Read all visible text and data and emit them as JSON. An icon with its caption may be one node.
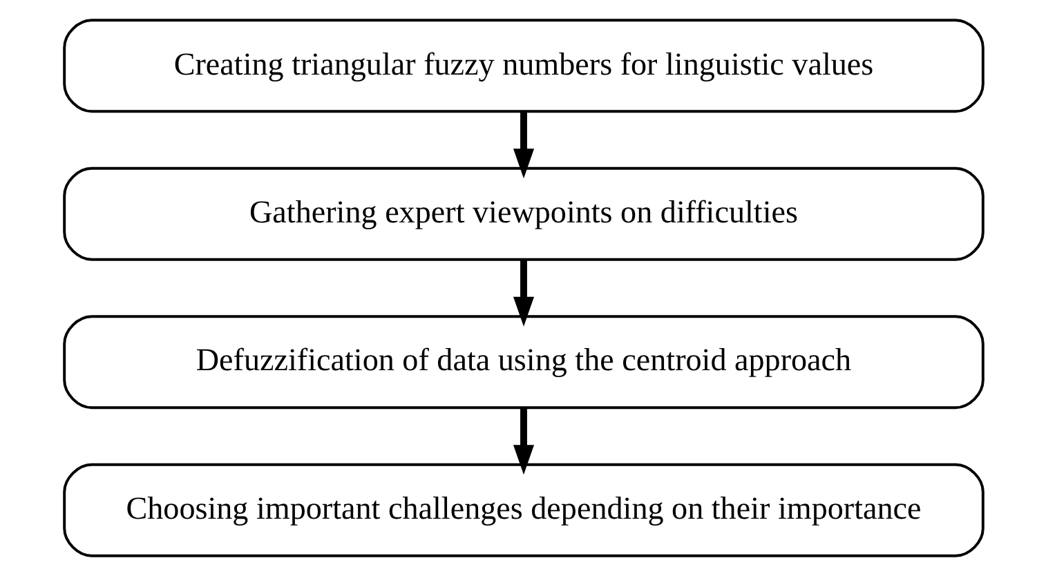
{
  "diagram": {
    "nodes": [
      {
        "text": [
          "Creating triangular fuzzy numbers for linguistic values"
        ]
      },
      {
        "text": [
          "Gathering expert viewpoints on difficulties"
        ]
      },
      {
        "text": [
          "Defuzzification of data using the centroid approach"
        ]
      },
      {
        "text": [
          "Choosing important challenges depending on their importance"
        ]
      }
    ],
    "edges": [
      {
        "from": 0,
        "to": 1,
        "arrow": "to"
      },
      {
        "from": 1,
        "to": 2,
        "arrow": "to"
      },
      {
        "from": 2,
        "to": 3,
        "arrow": "to"
      }
    ]
  }
}
